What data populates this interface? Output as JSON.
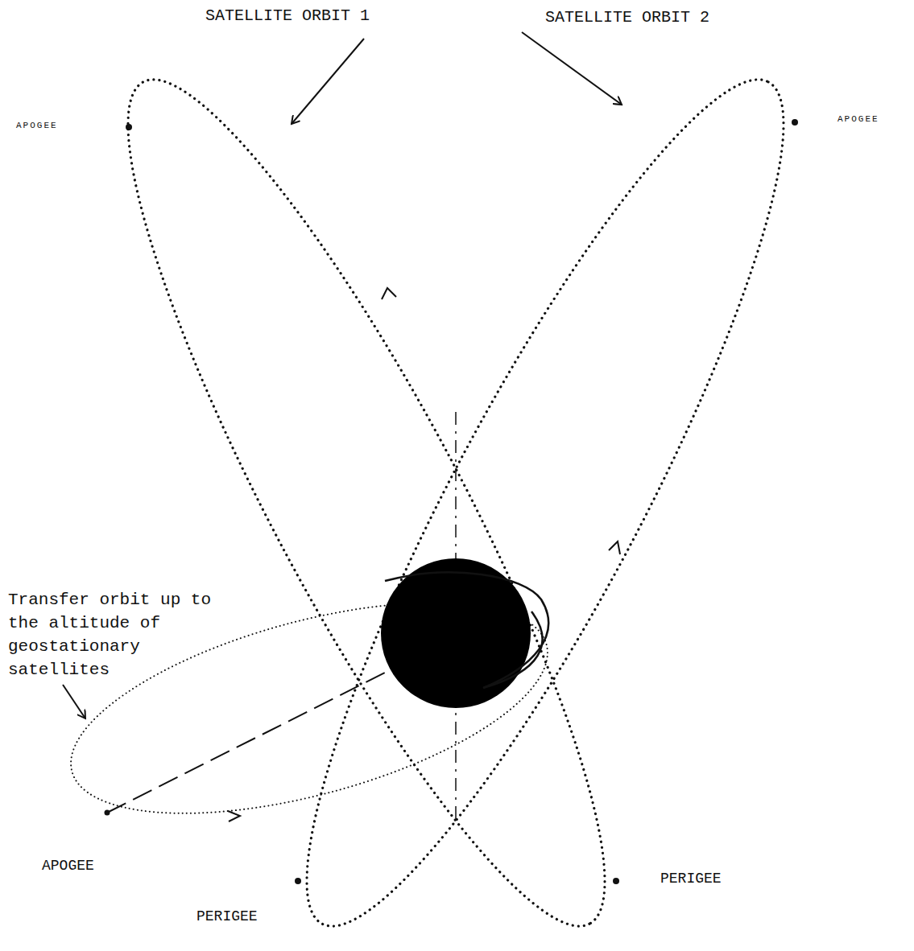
{
  "diagram": {
    "labels": [
      "SATELLITE ORBIT 1",
      "SATELLITE ORBIT 2",
      "APOGEE",
      "APOGEE",
      "Transfer orbit up to the altitude of geostationary satellites",
      "APOGEE",
      "PERIGEE",
      "PERIGEE"
    ]
  }
}
